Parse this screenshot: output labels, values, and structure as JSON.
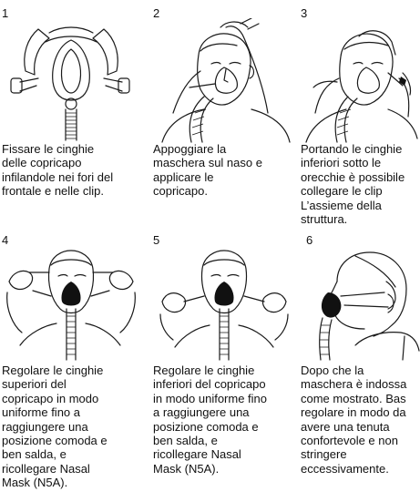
{
  "steps": [
    {
      "number": "1",
      "text": "Fissare le cinghie\ndelle copricapo\ninfilandole nei fori del\nfrontale e nelle clip."
    },
    {
      "number": "2",
      "text": "Appoggiare la\nmaschera sul naso e\napplicare le\ncopricapo."
    },
    {
      "number": "3",
      "text": "Portando le cinghie\ninferiori sotto le\norecchie è possibile\ncollegare le clip\nL’assieme della\nstruttura."
    },
    {
      "number": "4",
      "text": "Regolare le cinghie\nsuperiori del\ncopricapo in modo\nuniforme fino a\nraggiungere una\nposizione comoda e\nben salda, e\nricollegare Nasal\nMask (N5A)."
    },
    {
      "number": "5",
      "text": "Regolare le cinghie\ninferiori del copricapo\nin modo uniforme fino\na raggiungere una\nposizione comoda e\nben salda, e\nricollegare Nasal\nMask (N5A)."
    },
    {
      "number": "6",
      "text": "Dopo che la\nmaschera è indossa\ncome mostrato. Bas\nregolare in modo da\navere una tenuta\nconfortevole e non\nstringere\neccessivamente."
    }
  ]
}
